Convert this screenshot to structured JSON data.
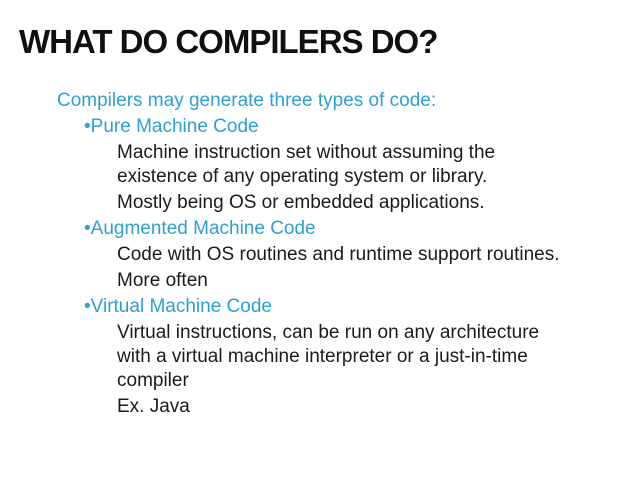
{
  "slide": {
    "title": "WHAT DO COMPILERS DO?",
    "intro": "Compilers may generate three types of code:",
    "sections": [
      {
        "heading": "•Pure Machine Code",
        "paragraphs": [
          [
            "Machine instruction set without assuming the",
            "existence of any operating system or library."
          ],
          [
            "Mostly being OS or embedded applications."
          ]
        ]
      },
      {
        "heading": "•Augmented Machine Code",
        "paragraphs": [
          [
            "Code with OS routines and runtime support routines."
          ],
          [
            "More often"
          ]
        ]
      },
      {
        "heading": "•Virtual Machine Code",
        "paragraphs": [
          [
            "Virtual instructions, can be run on any architecture",
            "with a virtual machine interpreter or a just-in-time",
            "compiler"
          ],
          [
            "Ex. Java"
          ]
        ]
      }
    ],
    "colors": {
      "accent_blue": "#2BA0D7",
      "title_black": "#101010",
      "body_black": "#1B1B1B",
      "background": "#FFFFFF"
    }
  }
}
